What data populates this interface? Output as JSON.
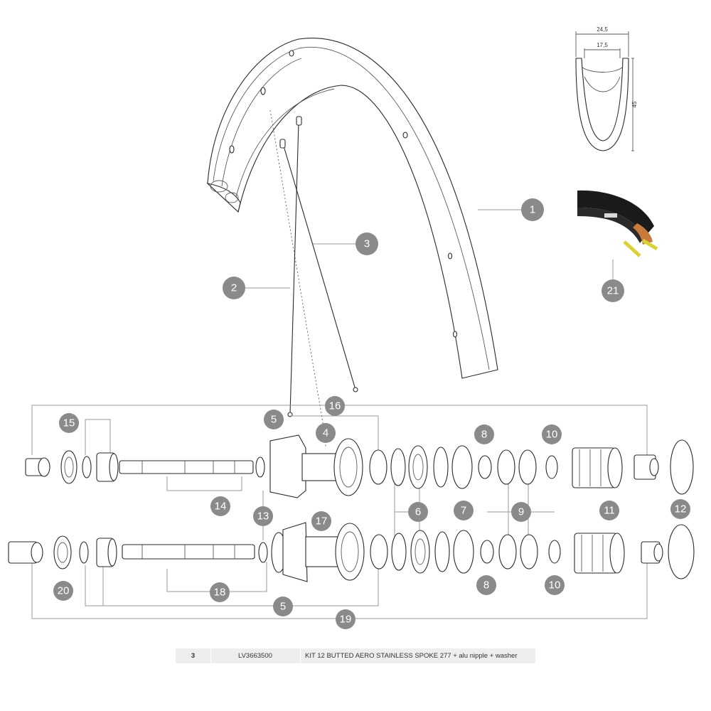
{
  "callouts": [
    "1",
    "2",
    "3",
    "4",
    "5",
    "6",
    "7",
    "8",
    "9",
    "10",
    "11",
    "12",
    "13",
    "14",
    "15",
    "16",
    "17",
    "18",
    "19",
    "20",
    "21"
  ],
  "rim_profile": {
    "outer_width": "24,5",
    "inner_width": "17,5",
    "height": "45"
  },
  "parts_table": {
    "ref": "3",
    "code": "LV3663500",
    "description": "KIT 12 BUTTED AERO STAINLESS SPOKE 277 + alu nipple + washer"
  },
  "colors": {
    "callout": "#8a8a8a",
    "line": "#2a2a2a",
    "tire_accent": "#c97a3a",
    "valve": "#d9d23a"
  }
}
